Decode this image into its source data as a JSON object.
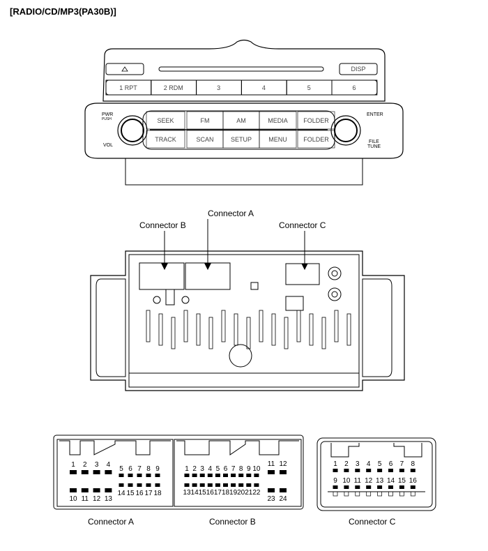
{
  "title": "[RADIO/CD/MP3(PA30B)]",
  "front_panel": {
    "eject_icon": "eject-icon",
    "disp": "DISP",
    "presets": [
      "1 RPT",
      "2 RDM",
      "3",
      "4",
      "5",
      "6"
    ],
    "pwr": "PWR",
    "push": "PUSH",
    "vol": "VOL",
    "enter": "ENTER",
    "file": "FILE",
    "tune": "TUNE",
    "row1": [
      "SEEK",
      "FM",
      "AM",
      "MEDIA",
      "FOLDER"
    ],
    "row2": [
      "TRACK",
      "SCAN",
      "SETUP",
      "MENU",
      "FOLDER"
    ]
  },
  "rear_labels": {
    "connector_a": "Connector A",
    "connector_b": "Connector B",
    "connector_c": "Connector C"
  },
  "connectors": {
    "a": {
      "label": "Connector A",
      "row1_big": [
        "1",
        "2",
        "3",
        "4"
      ],
      "row1_small": [
        "5",
        "6",
        "7",
        "8",
        "9"
      ],
      "row2_big": [
        "10",
        "11",
        "12",
        "13"
      ],
      "row2_small": [
        "14",
        "15",
        "16",
        "17",
        "18"
      ]
    },
    "b": {
      "label": "Connector B",
      "row1_small": [
        "1",
        "2",
        "3",
        "4",
        "5",
        "6",
        "7",
        "8",
        "9",
        "10"
      ],
      "row1_big": [
        "11",
        "12"
      ],
      "row2_small": [
        "13",
        "14",
        "15",
        "16",
        "17",
        "18",
        "19",
        "20",
        "21",
        "22"
      ],
      "row2_big": [
        "23",
        "24"
      ]
    },
    "c": {
      "label": "Connector C",
      "row1": [
        "1",
        "2",
        "3",
        "4",
        "5",
        "6",
        "7",
        "8"
      ],
      "row2": [
        "9",
        "10",
        "11",
        "12",
        "13",
        "14",
        "15",
        "16"
      ]
    }
  }
}
